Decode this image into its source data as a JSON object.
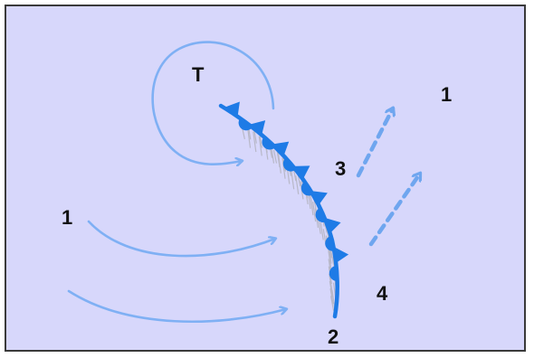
{
  "diagram": {
    "labels": {
      "low_pressure": "T",
      "stable_air_left": "1",
      "stable_air_right": "1",
      "front_lower_end": "2",
      "warm_sector_upper": "3",
      "warm_sector_lower": "4"
    },
    "colors": {
      "background": "#d7d7fb",
      "border": "#3a3a3a",
      "front": "#1e7be6",
      "flow_arrows": "#7fb0f4",
      "rising_air_arrows": "#6fa6ef",
      "hatching": "#b8b8c8"
    },
    "symbols": {
      "front_type": "occluded-front",
      "cold_triangles": 7,
      "warm_semicircles": 7
    }
  }
}
